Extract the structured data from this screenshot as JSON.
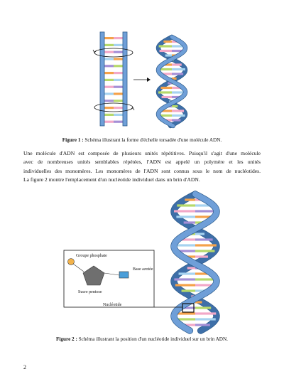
{
  "figure1": {
    "label": "Figure 1 :",
    "caption": "Schéma illustrant la forme d'échelle torsadée d'une molécule ADN."
  },
  "paragraph": [
    "Une molécule d'ADN est composée de plusieurs unités répétitives. Puisqu'il s'agit d'une molécule",
    "avec de nombreuses unités semblables répétées, l'ADN est appelé un polymère et les unités",
    "individuelles des monomères. Les monomères de l'ADN sont connus sous le nom de nucléotides.",
    "La figure 2 montre l'emplacement d'un nucléotide individuel dans un brin d'ADN."
  ],
  "figure2": {
    "label": "Figure 2 :",
    "caption": "Schéma illustrant la position d'un nucléotide individuel sur un brin ADN.",
    "labels": {
      "phosphate": "Groupe phosphate",
      "base": "Base azotée",
      "sugar": "Sucre pentose",
      "nucleotide": "Nucléotide"
    }
  },
  "page_number": "2",
  "colors": {
    "strand_fill": "#6f9fd8",
    "strand_dark": "#2b5a8a",
    "base_orange": "#f4a24a",
    "base_green": "#b6d96a",
    "base_pink": "#f2a8c8",
    "base_lightblue": "#a6d3f0",
    "base_purple": "#a58fd6",
    "phosphate": "#f2b24a",
    "sugar": "#6f6f6f",
    "base_box": "#4a9ed9"
  }
}
